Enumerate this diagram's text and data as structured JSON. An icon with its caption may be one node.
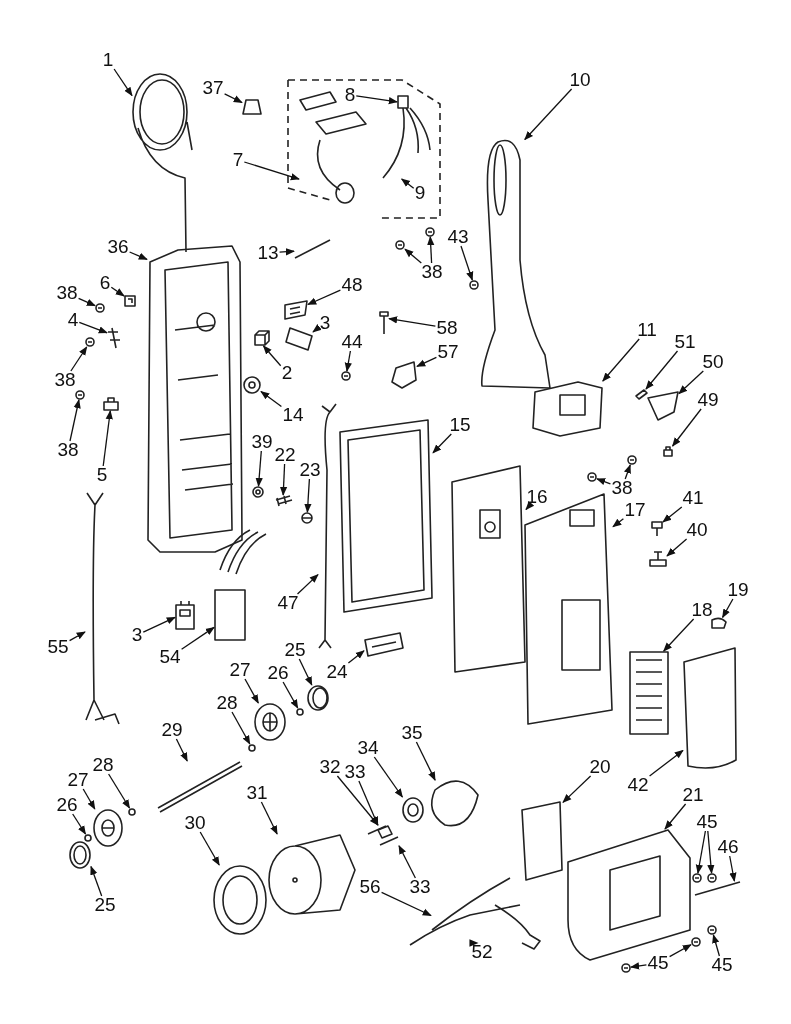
{
  "diagram": {
    "nodes": [
      {
        "text": [
          "1"
        ]
      },
      {
        "text": [
          "37"
        ]
      },
      {
        "text": [
          "8"
        ]
      },
      {
        "text": [
          "10"
        ]
      },
      {
        "text": [
          "7"
        ]
      },
      {
        "text": [
          "9"
        ]
      },
      {
        "text": [
          "43"
        ]
      },
      {
        "text": [
          "36"
        ]
      },
      {
        "text": [
          "13"
        ]
      },
      {
        "text": [
          "38"
        ]
      },
      {
        "text": [
          "6"
        ]
      },
      {
        "text": [
          "48"
        ]
      },
      {
        "text": [
          "38"
        ]
      },
      {
        "text": [
          "4"
        ]
      },
      {
        "text": [
          "3"
        ]
      },
      {
        "text": [
          "58"
        ]
      },
      {
        "text": [
          "11"
        ]
      },
      {
        "text": [
          "51"
        ]
      },
      {
        "text": [
          "44"
        ]
      },
      {
        "text": [
          "57"
        ]
      },
      {
        "text": [
          "50"
        ]
      },
      {
        "text": [
          "2"
        ]
      },
      {
        "text": [
          "38"
        ]
      },
      {
        "text": [
          "49"
        ]
      },
      {
        "text": [
          "14"
        ]
      },
      {
        "text": [
          "15"
        ]
      },
      {
        "text": [
          "39"
        ]
      },
      {
        "text": [
          "38"
        ]
      },
      {
        "text": [
          "22"
        ]
      },
      {
        "text": [
          "23"
        ]
      },
      {
        "text": [
          "5"
        ]
      },
      {
        "text": [
          "38"
        ]
      },
      {
        "text": [
          "16"
        ]
      },
      {
        "text": [
          "41"
        ]
      },
      {
        "text": [
          "17"
        ]
      },
      {
        "text": [
          "40"
        ]
      },
      {
        "text": [
          "19"
        ]
      },
      {
        "text": [
          "47"
        ]
      },
      {
        "text": [
          "18"
        ]
      },
      {
        "text": [
          "3"
        ]
      },
      {
        "text": [
          "55"
        ]
      },
      {
        "text": [
          "25"
        ]
      },
      {
        "text": [
          "54"
        ]
      },
      {
        "text": [
          "27"
        ]
      },
      {
        "text": [
          "24"
        ]
      },
      {
        "text": [
          "26"
        ]
      },
      {
        "text": [
          "28"
        ]
      },
      {
        "text": [
          "29"
        ]
      },
      {
        "text": [
          "35"
        ]
      },
      {
        "text": [
          "34"
        ]
      },
      {
        "text": [
          "28"
        ]
      },
      {
        "text": [
          "32"
        ]
      },
      {
        "text": [
          "20"
        ]
      },
      {
        "text": [
          "33"
        ]
      },
      {
        "text": [
          "27"
        ]
      },
      {
        "text": [
          "42"
        ]
      },
      {
        "text": [
          "31"
        ]
      },
      {
        "text": [
          "21"
        ]
      },
      {
        "text": [
          "26"
        ]
      },
      {
        "text": [
          "45"
        ]
      },
      {
        "text": [
          "30"
        ]
      },
      {
        "text": [
          "46"
        ]
      },
      {
        "text": [
          "33"
        ]
      },
      {
        "text": [
          "56"
        ]
      },
      {
        "text": [
          "25"
        ]
      },
      {
        "text": [
          "52"
        ]
      },
      {
        "text": [
          "45"
        ]
      },
      {
        "text": [
          "45"
        ]
      },
      {
        "text": [],
        "shape": "picture"
      },
      {
        "text": [],
        "shape": "picture"
      },
      {
        "text": [],
        "shape": "picture"
      },
      {
        "text": [],
        "shape": "picture"
      },
      {
        "text": [],
        "shape": "picture"
      },
      {
        "text": [],
        "shape": "picture"
      },
      {
        "text": [],
        "shape": "picture"
      },
      {
        "text": [],
        "shape": "picture"
      },
      {
        "text": [],
        "shape": "picture"
      },
      {
        "text": [],
        "shape": "picture"
      },
      {
        "text": [],
        "shape": "picture"
      },
      {
        "text": [],
        "shape": "picture"
      },
      {
        "text": [],
        "shape": "picture"
      },
      {
        "text": [],
        "shape": "picture"
      },
      {
        "text": [],
        "shape": "picture"
      },
      {
        "text": [],
        "shape": "picture"
      },
      {
        "text": [],
        "shape": "picture"
      },
      {
        "text": [],
        "shape": "picture"
      },
      {
        "text": [],
        "shape": "picture"
      },
      {
        "text": [],
        "shape": "picture"
      },
      {
        "text": [],
        "shape": "picture"
      },
      {
        "text": [],
        "shape": "picture"
      },
      {
        "text": [],
        "shape": "picture"
      },
      {
        "text": [],
        "shape": "picture"
      },
      {
        "text": [],
        "shape": "picture"
      },
      {
        "text": [],
        "shape": "picture"
      },
      {
        "text": [],
        "shape": "picture"
      },
      {
        "text": [],
        "shape": "picture"
      },
      {
        "text": [],
        "shape": "picture"
      },
      {
        "text": [],
        "shape": "picture"
      },
      {
        "text": [],
        "shape": "picture"
      },
      {
        "text": [],
        "shape": "picture"
      },
      {
        "text": [],
        "shape": "picture"
      },
      {
        "text": [],
        "shape": "picture"
      },
      {
        "text": [],
        "shape": "picture"
      },
      {
        "text": [],
        "shape": "picture"
      },
      {
        "text": [],
        "shape": "picture"
      },
      {
        "text": [],
        "shape": "picture"
      },
      {
        "text": [],
        "shape": "picture"
      },
      {
        "text": [],
        "shape": "picture"
      },
      {
        "text": [],
        "shape": "picture"
      },
      {
        "text": [],
        "shape": "picture"
      },
      {
        "text": [],
        "shape": "picture"
      },
      {
        "text": [],
        "shape": "picture"
      },
      {
        "text": [],
        "shape": "picture"
      },
      {
        "text": [],
        "shape": "picture"
      },
      {
        "text": [],
        "shape": "picture"
      },
      {
        "text": [],
        "shape": "picture"
      },
      {
        "text": [],
        "shape": "picture"
      },
      {
        "text": [],
        "shape": "picture"
      },
      {
        "text": [],
        "shape": "picture"
      },
      {
        "text": [],
        "shape": "picture"
      },
      {
        "text": [],
        "shape": "picture"
      },
      {
        "text": [],
        "shape": "picture"
      },
      {
        "text": [],
        "shape": "picture"
      },
      {
        "text": [],
        "shape": "picture"
      },
      {
        "text": [],
        "shape": "picture"
      },
      {
        "text": [],
        "shape": "picture"
      },
      {
        "text": [],
        "shape": "picture"
      },
      {
        "text": [],
        "shape": "picture"
      },
      {
        "text": [],
        "shape": "picture"
      },
      {
        "text": [],
        "shape": "picture"
      },
      {
        "text": [],
        "shape": "picture"
      },
      {
        "text": [],
        "shape": "picture"
      },
      {
        "text": [],
        "shape": "picture"
      },
      {
        "text": [],
        "shape": "picture"
      },
      {
        "text": [],
        "shape": "picture"
      },
      {
        "text": [],
        "shape": "picture"
      },
      {
        "text": [],
        "shape": "picture"
      },
      {
        "text": [],
        "shape": "picture"
      },
      {
        "text": [],
        "shape": "picture"
      },
      {
        "text": [],
        "shape": "picture"
      }
    ],
    "edges": [
      {
        "from": 0,
        "to": 68,
        "arrow": "to"
      },
      {
        "from": 1,
        "to": 69,
        "arrow": "to"
      },
      {
        "from": 2,
        "to": 70,
        "arrow": "to"
      },
      {
        "from": 3,
        "to": 71,
        "arrow": "to"
      },
      {
        "from": 4,
        "to": 72,
        "arrow": "to"
      },
      {
        "from": 5,
        "to": 73,
        "arrow": "to"
      },
      {
        "from": 6,
        "to": 74,
        "arrow": "to"
      },
      {
        "from": 7,
        "to": 75,
        "arrow": "to"
      },
      {
        "from": 8,
        "to": 76,
        "arrow": "to"
      },
      {
        "from": 9,
        "to": 77,
        "arrow": "to"
      },
      {
        "from": 9,
        "to": 78,
        "arrow": "to"
      },
      {
        "from": 10,
        "to": 79,
        "arrow": "to"
      },
      {
        "from": 11,
        "to": 80,
        "arrow": "to"
      },
      {
        "from": 12,
        "to": 81,
        "arrow": "to"
      },
      {
        "from": 13,
        "to": 82,
        "arrow": "to"
      },
      {
        "from": 14,
        "to": 83,
        "arrow": "to"
      },
      {
        "from": 15,
        "to": 84,
        "arrow": "to"
      },
      {
        "from": 16,
        "to": 85,
        "arrow": "to"
      },
      {
        "from": 17,
        "to": 86,
        "arrow": "to"
      },
      {
        "from": 18,
        "to": 87,
        "arrow": "to"
      },
      {
        "from": 19,
        "to": 88,
        "arrow": "to"
      },
      {
        "from": 20,
        "to": 89,
        "arrow": "to"
      },
      {
        "from": 21,
        "to": 90,
        "arrow": "to"
      },
      {
        "from": 22,
        "to": 91,
        "arrow": "to"
      },
      {
        "from": 23,
        "to": 92,
        "arrow": "to"
      },
      {
        "from": 24,
        "to": 93,
        "arrow": "to"
      },
      {
        "from": 25,
        "to": 94,
        "arrow": "to"
      },
      {
        "from": 26,
        "to": 95,
        "arrow": "to"
      },
      {
        "from": 27,
        "to": 96,
        "arrow": "to"
      },
      {
        "from": 28,
        "to": 97,
        "arrow": "to"
      },
      {
        "from": 29,
        "to": 98,
        "arrow": "to"
      },
      {
        "from": 30,
        "to": 99,
        "arrow": "to"
      },
      {
        "from": 31,
        "to": 100,
        "arrow": "to"
      },
      {
        "from": 31,
        "to": 101,
        "arrow": "to"
      },
      {
        "from": 32,
        "to": 102,
        "arrow": "to"
      },
      {
        "from": 33,
        "to": 103,
        "arrow": "to"
      },
      {
        "from": 34,
        "to": 104,
        "arrow": "to"
      },
      {
        "from": 35,
        "to": 105,
        "arrow": "to"
      },
      {
        "from": 36,
        "to": 106,
        "arrow": "to"
      },
      {
        "from": 37,
        "to": 107,
        "arrow": "to"
      },
      {
        "from": 38,
        "to": 108,
        "arrow": "to"
      },
      {
        "from": 39,
        "to": 109,
        "arrow": "to"
      },
      {
        "from": 40,
        "to": 110,
        "arrow": "to"
      },
      {
        "from": 41,
        "to": 111,
        "arrow": "to"
      },
      {
        "from": 42,
        "to": 112,
        "arrow": "to"
      },
      {
        "from": 43,
        "to": 113,
        "arrow": "to"
      },
      {
        "from": 44,
        "to": 114,
        "arrow": "to"
      },
      {
        "from": 45,
        "to": 115,
        "arrow": "to"
      },
      {
        "from": 46,
        "to": 116,
        "arrow": "to"
      },
      {
        "from": 47,
        "to": 117,
        "arrow": "to"
      },
      {
        "from": 48,
        "to": 118,
        "arrow": "to"
      },
      {
        "from": 49,
        "to": 119,
        "arrow": "to"
      },
      {
        "from": 50,
        "to": 120,
        "arrow": "to"
      },
      {
        "from": 51,
        "to": 121,
        "arrow": "to"
      },
      {
        "from": 52,
        "to": 122,
        "arrow": "to"
      },
      {
        "from": 53,
        "to": 123,
        "arrow": "to"
      },
      {
        "from": 54,
        "to": 124,
        "arrow": "to"
      },
      {
        "from": 55,
        "to": 125,
        "arrow": "to"
      },
      {
        "from": 56,
        "to": 126,
        "arrow": "to"
      },
      {
        "from": 57,
        "to": 127,
        "arrow": "to"
      },
      {
        "from": 58,
        "to": 128,
        "arrow": "to"
      },
      {
        "from": 59,
        "to": 129,
        "arrow": "to"
      },
      {
        "from": 59,
        "to": 130,
        "arrow": "to"
      },
      {
        "from": 60,
        "to": 131,
        "arrow": "to"
      },
      {
        "from": 61,
        "to": 132,
        "arrow": "to"
      },
      {
        "from": 62,
        "to": 133,
        "arrow": "to"
      },
      {
        "from": 63,
        "to": 134,
        "arrow": "to"
      },
      {
        "from": 64,
        "to": 135,
        "arrow": "to"
      },
      {
        "from": 65,
        "to": 136,
        "arrow": "to"
      },
      {
        "from": 66,
        "to": 137,
        "arrow": "to"
      },
      {
        "from": 66,
        "to": 138,
        "arrow": "to"
      },
      {
        "from": 67,
        "to": 139,
        "arrow": "to"
      }
    ]
  }
}
